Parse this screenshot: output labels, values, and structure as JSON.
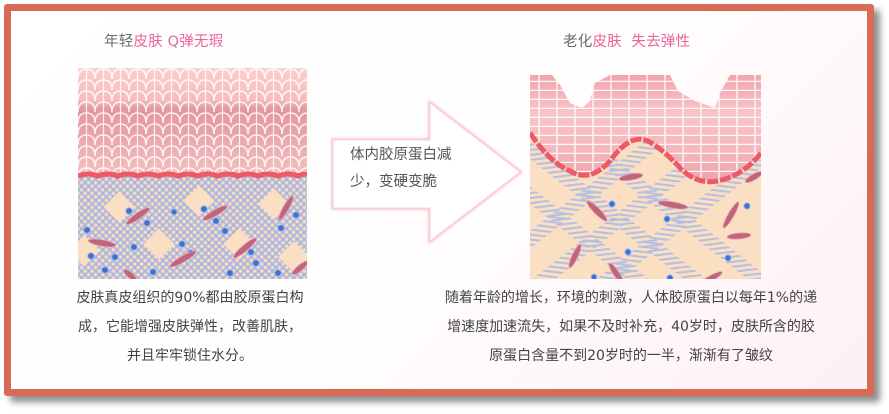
{
  "left_panel": {
    "title_prefix": "年轻",
    "title_highlight": "皮肤 Q弹无瑕",
    "illustration": "young-skin-cross-section",
    "description_lines": [
      "皮肤真皮组织的90%都由胶原蛋白构",
      "成，它能增强皮肤弹性，改善肌肤，",
      "并且牢牢锁住水分。"
    ]
  },
  "arrow": {
    "icon": "right-arrow-icon",
    "text_lines": [
      "体内胶原蛋白减",
      "少，变硬变脆"
    ]
  },
  "right_panel": {
    "title_prefix": "老化",
    "title_highlight": "皮肤  失去弹性",
    "illustration": "aged-skin-cross-section",
    "description_lines": [
      "随着年龄的增长，环境的刺激，人体胶原蛋白以每年1%的递",
      "增速度加速流失，如果不及时补充，40岁时，皮肤所含的胶",
      "原蛋白含量不到20岁时的一半，渐渐有了皱纹"
    ]
  },
  "colors": {
    "frame_border": "#d96b56",
    "title_gray": "#6a6a6a",
    "title_pink": "#e9649a",
    "epidermis_light": "#f9c6c4",
    "epidermis_dark": "#e3949a",
    "basal_layer": "#ef5a66",
    "dermis_bg": "#fbe0c4",
    "collagen_blue": "#8fa8e6",
    "cell_blue": "#3a6fd0",
    "fibroblast": "#b85a72"
  }
}
